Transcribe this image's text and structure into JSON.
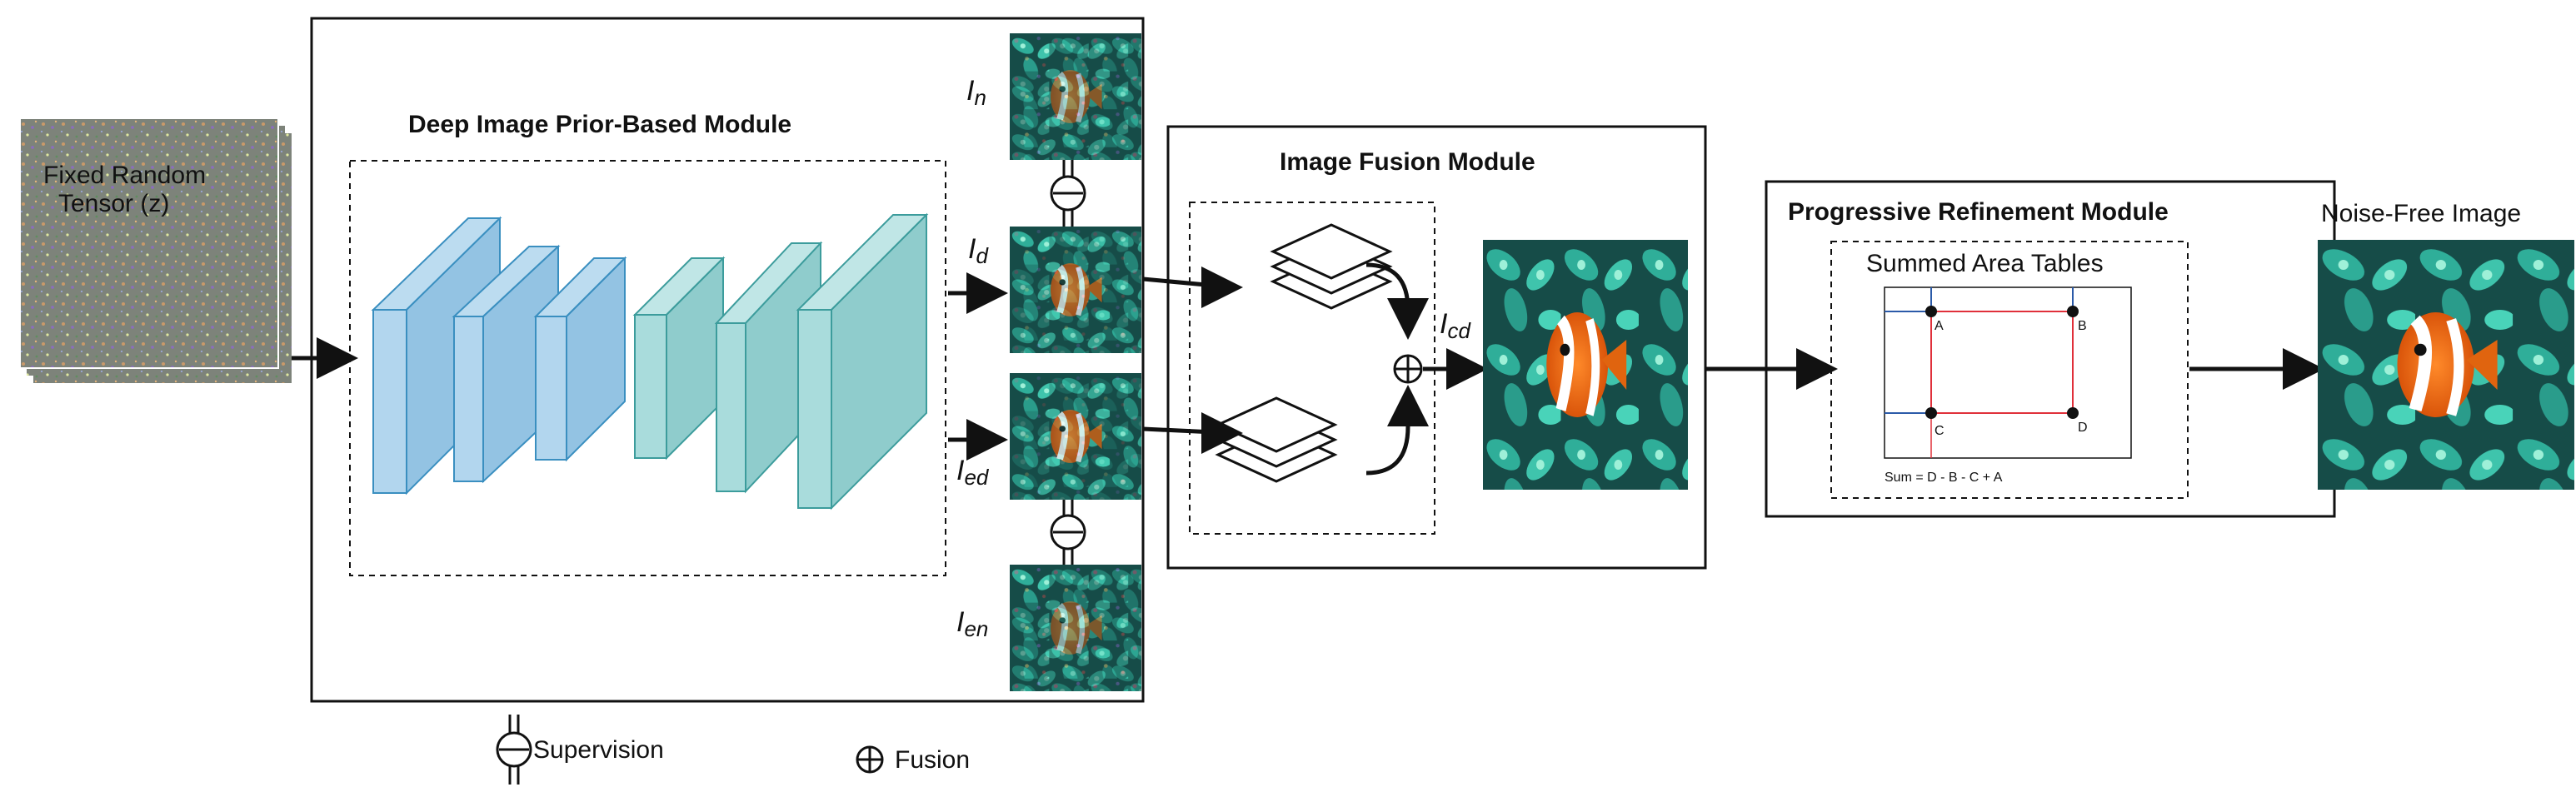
{
  "input": {
    "label_line1": "Fixed Random",
    "label_line2": "Tensor (z)"
  },
  "dip_module": {
    "title": "Deep Image Prior-Based Module"
  },
  "images": {
    "in": {
      "base": "I",
      "sub": "n"
    },
    "id": {
      "base": "I",
      "sub": "d"
    },
    "ied": {
      "base": "I",
      "sub": "ed"
    },
    "ien": {
      "base": "I",
      "sub": "en"
    },
    "icd": {
      "base": "I",
      "sub": "cd"
    }
  },
  "fusion_module": {
    "title": "Image Fusion Module"
  },
  "refinement_module": {
    "title": "Progressive Refinement Module",
    "inner_title": "Summed Area Tables",
    "points": [
      "A",
      "B",
      "C",
      "D"
    ],
    "formula": "Sum = D - B - C + A"
  },
  "output": {
    "label": "Noise-Free Image"
  },
  "legend": {
    "supervision": "Supervision",
    "fusion": "Fusion"
  },
  "colors": {
    "blue_block": "#a9cde8",
    "teal_block": "#a6d8d8",
    "red_line": "#e0303a",
    "blue_line": "#2b5aa8"
  }
}
